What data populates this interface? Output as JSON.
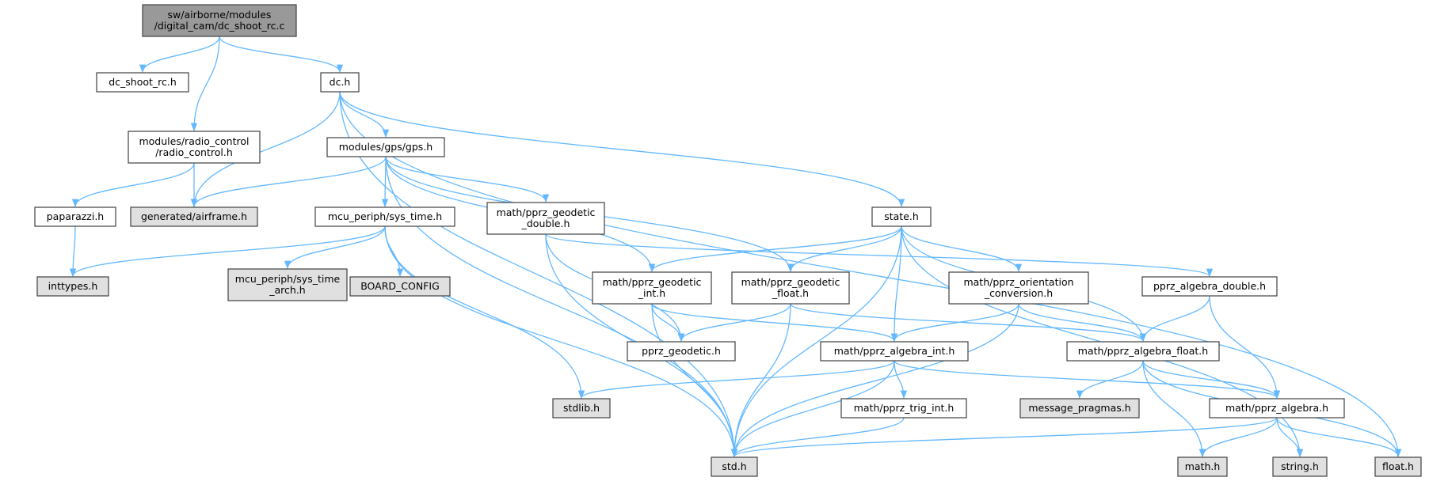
{
  "colors": {
    "edge": "#63b8ff",
    "node_fill": "#ffffff",
    "root_fill": "#999999",
    "external_fill": "#e0e0e0",
    "border": "#404040"
  },
  "nodes": [
    {
      "id": "root",
      "kind": "root",
      "lines": [
        "sw/airborne/modules",
        "/digital_cam/dc_shoot_rc.c"
      ]
    },
    {
      "id": "dc_shoot_rc_h",
      "kind": "normal",
      "lines": [
        "dc_shoot_rc.h"
      ]
    },
    {
      "id": "radio_control_h",
      "kind": "normal",
      "lines": [
        "modules/radio_control",
        "/radio_control.h"
      ]
    },
    {
      "id": "dc_h",
      "kind": "normal",
      "lines": [
        "dc.h"
      ]
    },
    {
      "id": "paparazzi_h",
      "kind": "normal",
      "lines": [
        "paparazzi.h"
      ]
    },
    {
      "id": "airframe_h",
      "kind": "external",
      "lines": [
        "generated/airframe.h"
      ]
    },
    {
      "id": "gps_h",
      "kind": "normal",
      "lines": [
        "modules/gps/gps.h"
      ]
    },
    {
      "id": "state_h",
      "kind": "normal",
      "lines": [
        "state.h"
      ]
    },
    {
      "id": "inttypes_h",
      "kind": "external",
      "lines": [
        "inttypes.h"
      ]
    },
    {
      "id": "sys_time_h",
      "kind": "normal",
      "lines": [
        "mcu_periph/sys_time.h"
      ]
    },
    {
      "id": "geodetic_double_h",
      "kind": "normal",
      "lines": [
        "math/pprz_geodetic",
        "_double.h"
      ]
    },
    {
      "id": "sys_time_arch_h",
      "kind": "external",
      "lines": [
        "mcu_periph/sys_time",
        "_arch.h"
      ]
    },
    {
      "id": "board_config",
      "kind": "external",
      "lines": [
        "BOARD_CONFIG"
      ]
    },
    {
      "id": "geodetic_int_h",
      "kind": "normal",
      "lines": [
        "math/pprz_geodetic",
        "_int.h"
      ]
    },
    {
      "id": "geodetic_float_h",
      "kind": "normal",
      "lines": [
        "math/pprz_geodetic",
        "_float.h"
      ]
    },
    {
      "id": "orientation_conversion_h",
      "kind": "normal",
      "lines": [
        "math/pprz_orientation",
        "_conversion.h"
      ]
    },
    {
      "id": "algebra_double_h",
      "kind": "normal",
      "lines": [
        "pprz_algebra_double.h"
      ]
    },
    {
      "id": "pprz_geodetic_h",
      "kind": "normal",
      "lines": [
        "pprz_geodetic.h"
      ]
    },
    {
      "id": "algebra_int_h",
      "kind": "normal",
      "lines": [
        "math/pprz_algebra_int.h"
      ]
    },
    {
      "id": "algebra_float_h",
      "kind": "normal",
      "lines": [
        "math/pprz_algebra_float.h"
      ]
    },
    {
      "id": "stdlib_h",
      "kind": "external",
      "lines": [
        "stdlib.h"
      ]
    },
    {
      "id": "trig_int_h",
      "kind": "normal",
      "lines": [
        "math/pprz_trig_int.h"
      ]
    },
    {
      "id": "message_pragmas_h",
      "kind": "external",
      "lines": [
        "message_pragmas.h"
      ]
    },
    {
      "id": "algebra_h",
      "kind": "normal",
      "lines": [
        "math/pprz_algebra.h"
      ]
    },
    {
      "id": "std_h",
      "kind": "external",
      "lines": [
        "std.h"
      ]
    },
    {
      "id": "math_h",
      "kind": "external",
      "lines": [
        "math.h"
      ]
    },
    {
      "id": "string_h",
      "kind": "external",
      "lines": [
        "string.h"
      ]
    },
    {
      "id": "float_h",
      "kind": "external",
      "lines": [
        "float.h"
      ]
    }
  ],
  "edges": [
    [
      "root",
      "dc_shoot_rc_h"
    ],
    [
      "root",
      "radio_control_h"
    ],
    [
      "root",
      "dc_h"
    ],
    [
      "dc_h",
      "std_h"
    ],
    [
      "dc_h",
      "airframe_h"
    ],
    [
      "dc_h",
      "gps_h"
    ],
    [
      "dc_h",
      "state_h"
    ],
    [
      "dc_h",
      "float_h"
    ],
    [
      "radio_control_h",
      "paparazzi_h"
    ],
    [
      "radio_control_h",
      "airframe_h"
    ],
    [
      "paparazzi_h",
      "inttypes_h"
    ],
    [
      "gps_h",
      "airframe_h"
    ],
    [
      "gps_h",
      "std_h"
    ],
    [
      "gps_h",
      "sys_time_h"
    ],
    [
      "gps_h",
      "geodetic_double_h"
    ],
    [
      "gps_h",
      "geodetic_int_h"
    ],
    [
      "gps_h",
      "geodetic_float_h"
    ],
    [
      "sys_time_h",
      "inttypes_h"
    ],
    [
      "sys_time_h",
      "std_h"
    ],
    [
      "sys_time_h",
      "sys_time_arch_h"
    ],
    [
      "sys_time_h",
      "board_config"
    ],
    [
      "sys_time_h",
      "stdlib_h"
    ],
    [
      "geodetic_double_h",
      "std_h"
    ],
    [
      "geodetic_double_h",
      "pprz_geodetic_h"
    ],
    [
      "geodetic_double_h",
      "algebra_double_h"
    ],
    [
      "state_h",
      "geodetic_int_h"
    ],
    [
      "state_h",
      "geodetic_float_h"
    ],
    [
      "state_h",
      "std_h"
    ],
    [
      "state_h",
      "algebra_int_h"
    ],
    [
      "state_h",
      "orientation_conversion_h"
    ],
    [
      "state_h",
      "algebra_float_h"
    ],
    [
      "state_h",
      "string_h"
    ],
    [
      "geodetic_int_h",
      "pprz_geodetic_h"
    ],
    [
      "geodetic_int_h",
      "std_h"
    ],
    [
      "geodetic_int_h",
      "algebra_int_h"
    ],
    [
      "geodetic_float_h",
      "pprz_geodetic_h"
    ],
    [
      "geodetic_float_h",
      "std_h"
    ],
    [
      "geodetic_float_h",
      "algebra_float_h"
    ],
    [
      "orientation_conversion_h",
      "algebra_int_h"
    ],
    [
      "orientation_conversion_h",
      "algebra_float_h"
    ],
    [
      "orientation_conversion_h",
      "std_h"
    ],
    [
      "algebra_double_h",
      "algebra_float_h"
    ],
    [
      "algebra_double_h",
      "algebra_h"
    ],
    [
      "algebra_int_h",
      "stdlib_h"
    ],
    [
      "algebra_int_h",
      "std_h"
    ],
    [
      "algebra_int_h",
      "trig_int_h"
    ],
    [
      "algebra_int_h",
      "algebra_h"
    ],
    [
      "trig_int_h",
      "std_h"
    ],
    [
      "algebra_float_h",
      "message_pragmas_h"
    ],
    [
      "algebra_float_h",
      "math_h"
    ],
    [
      "algebra_float_h",
      "algebra_h"
    ],
    [
      "algebra_float_h",
      "float_h"
    ],
    [
      "algebra_h",
      "std_h"
    ],
    [
      "algebra_h",
      "math_h"
    ],
    [
      "algebra_h",
      "string_h"
    ],
    [
      "algebra_h",
      "float_h"
    ]
  ]
}
